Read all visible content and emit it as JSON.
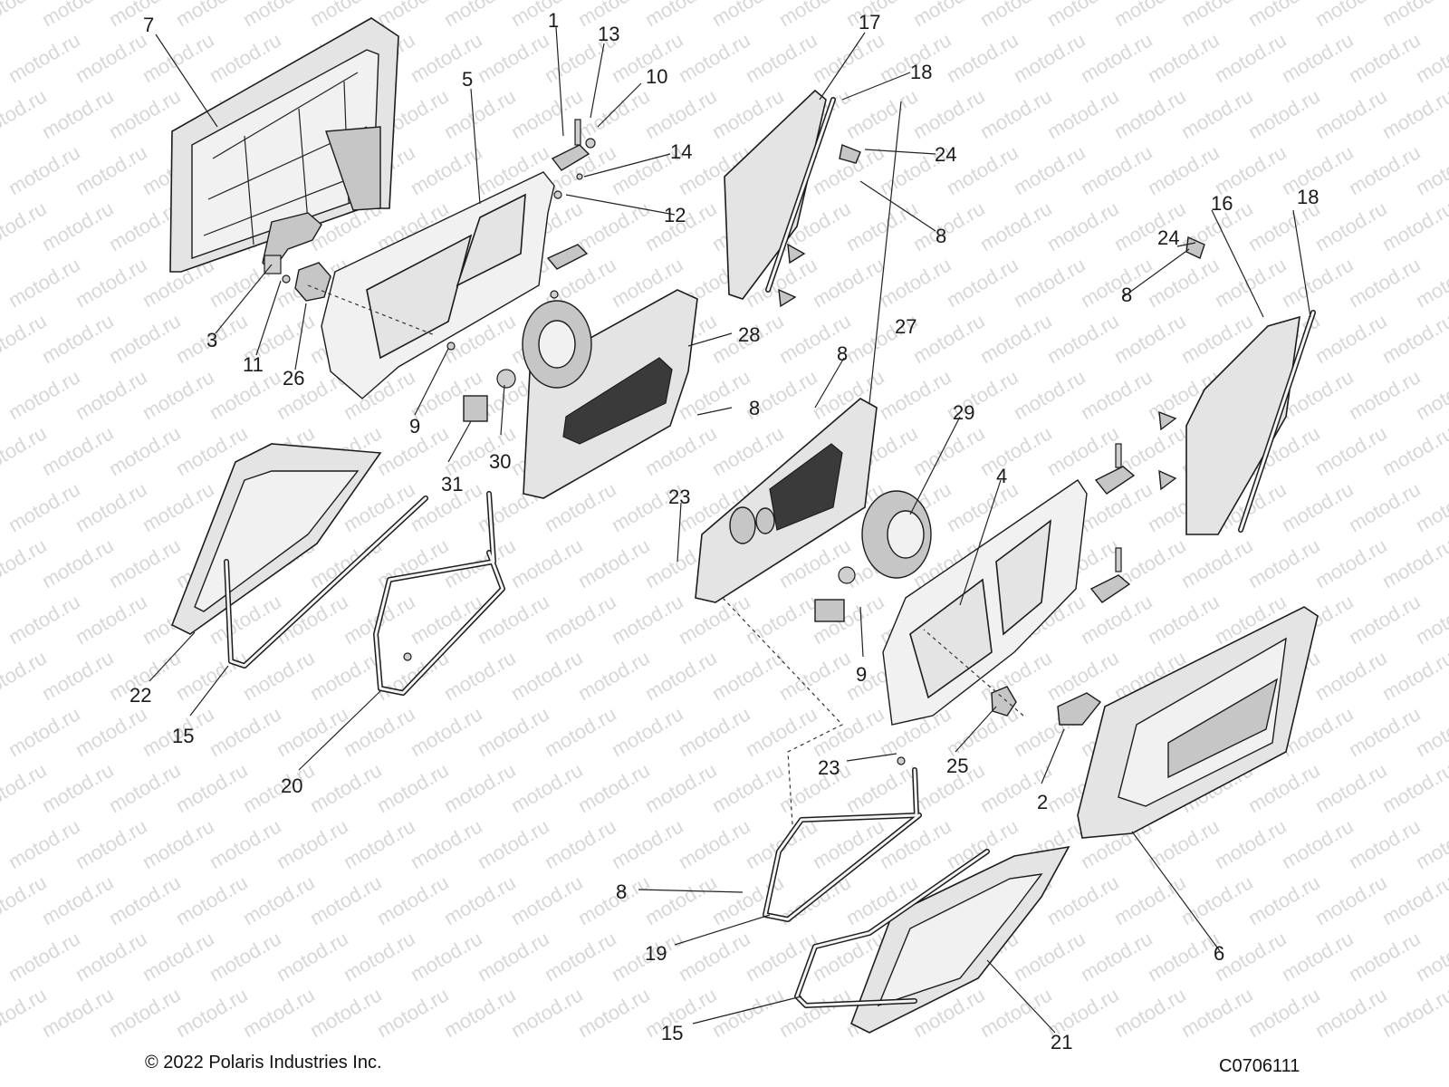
{
  "watermark": {
    "text": "motod.ru"
  },
  "footer": {
    "copyright": "© 2022 Polaris Industries Inc.",
    "drawing_code": "C0706111"
  },
  "callouts": [
    "7",
    "1",
    "13",
    "10",
    "5",
    "17",
    "18",
    "14",
    "24",
    "12",
    "8",
    "3",
    "11",
    "26",
    "28",
    "9",
    "27",
    "8",
    "16",
    "18",
    "24",
    "8",
    "8",
    "29",
    "31",
    "30",
    "23",
    "4",
    "22",
    "15",
    "9",
    "20",
    "23",
    "25",
    "2",
    "8",
    "19",
    "6",
    "15",
    "21"
  ]
}
